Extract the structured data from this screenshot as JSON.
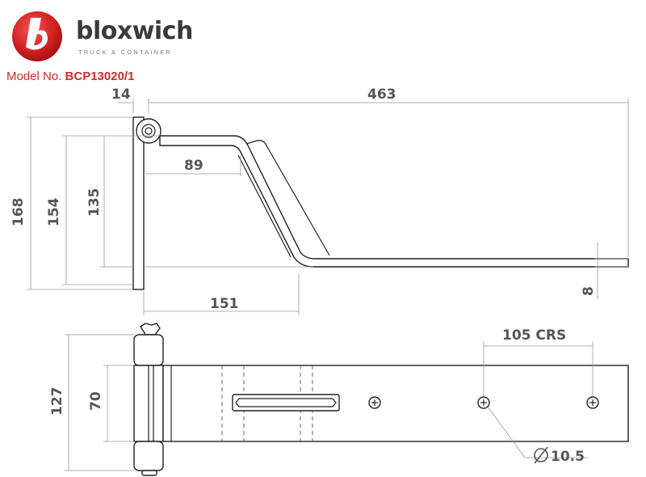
{
  "brand": {
    "name": "bloxwich",
    "tagline": "TRUCK & CONTAINER",
    "accent_color": "#d22a2a",
    "logo_icon": "bloxwich-b-logo"
  },
  "model": {
    "label": "Model No.",
    "number": "BCP13020/1"
  },
  "dimensions": {
    "overall_length": "463",
    "pin_offset": "14",
    "leg_offset": "89",
    "height_overall": "168",
    "height_154": "154",
    "height_135": "135",
    "thickness": "8",
    "crank_length": "151",
    "hinge_height": "127",
    "leaf_width": "70",
    "hole_centres": "105 CRS",
    "hole_diameter": "10.5"
  }
}
